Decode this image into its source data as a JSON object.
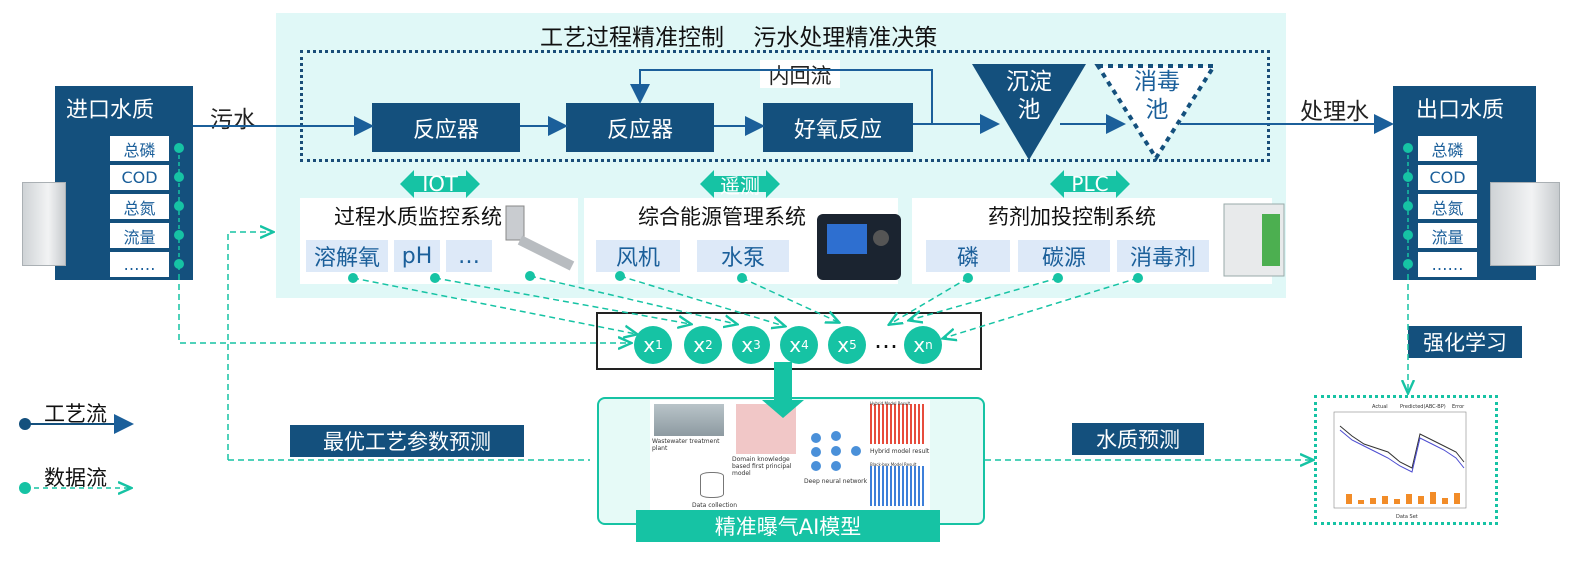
{
  "top_title": "工艺过程精准控制    污水处理精准决策",
  "inlet": {
    "title": "进口水质",
    "items": [
      "总磷",
      "COD",
      "总氮",
      "流量",
      "……"
    ]
  },
  "outlet": {
    "title": "出口水质",
    "items": [
      "总磷",
      "COD",
      "总氮",
      "流量",
      "……"
    ]
  },
  "flow": {
    "sewage": "污水",
    "reactor1": "反应器",
    "reactor2": "反应器",
    "aerobic": "好氧反应",
    "return_flow": "内回流",
    "sediment": "沉淀池",
    "disinfect": "消毒池",
    "treated": "处理水"
  },
  "tags": {
    "iot": "IOT",
    "telemetry": "遥测",
    "plc": "PLC"
  },
  "systems": {
    "water": {
      "title": "过程水质监控系统",
      "chips": [
        "溶解氧",
        "pH",
        "…"
      ]
    },
    "energy": {
      "title": "综合能源管理系统",
      "chips": [
        "风机",
        "水泵"
      ]
    },
    "dosing": {
      "title": "药剂加投控制系统",
      "chips": [
        "磷",
        "碳源",
        "消毒剂"
      ]
    }
  },
  "x_nodes": {
    "x1": "x",
    "x2": "x",
    "x3": "x",
    "x4": "x",
    "x5": "x",
    "dots": "…",
    "xn": "x",
    "s1": "1",
    "s2": "2",
    "s3": "3",
    "s4": "4",
    "s5": "5",
    "sn": "n"
  },
  "ai_model": {
    "title": "精准曝气AI模型",
    "plant": "Wastewater treatment plant",
    "domain": "Domain knowledge based first principal model",
    "dnn": "Deep neural network",
    "hybrid": "Hybrid model result",
    "data": "Data collection",
    "hybrid_title": "Hybrid Model Result",
    "bb_title": "Black-box Model Result"
  },
  "labels": {
    "optimal": "最优工艺参数预测",
    "quality_pred": "水质预测",
    "rl": "强化学习"
  },
  "legend": {
    "process": "工艺流",
    "data": "数据流"
  },
  "result_chart": {
    "legend_actual": "Actual",
    "legend_pred": "Predicted(ABC-BP)",
    "legend_error": "Error",
    "xlabel": "Data Set"
  },
  "colors": {
    "navy": "#14507d",
    "teal": "#16c3a4",
    "cyan_bg": "#e0f8f7",
    "chip": "#dde9f8"
  }
}
